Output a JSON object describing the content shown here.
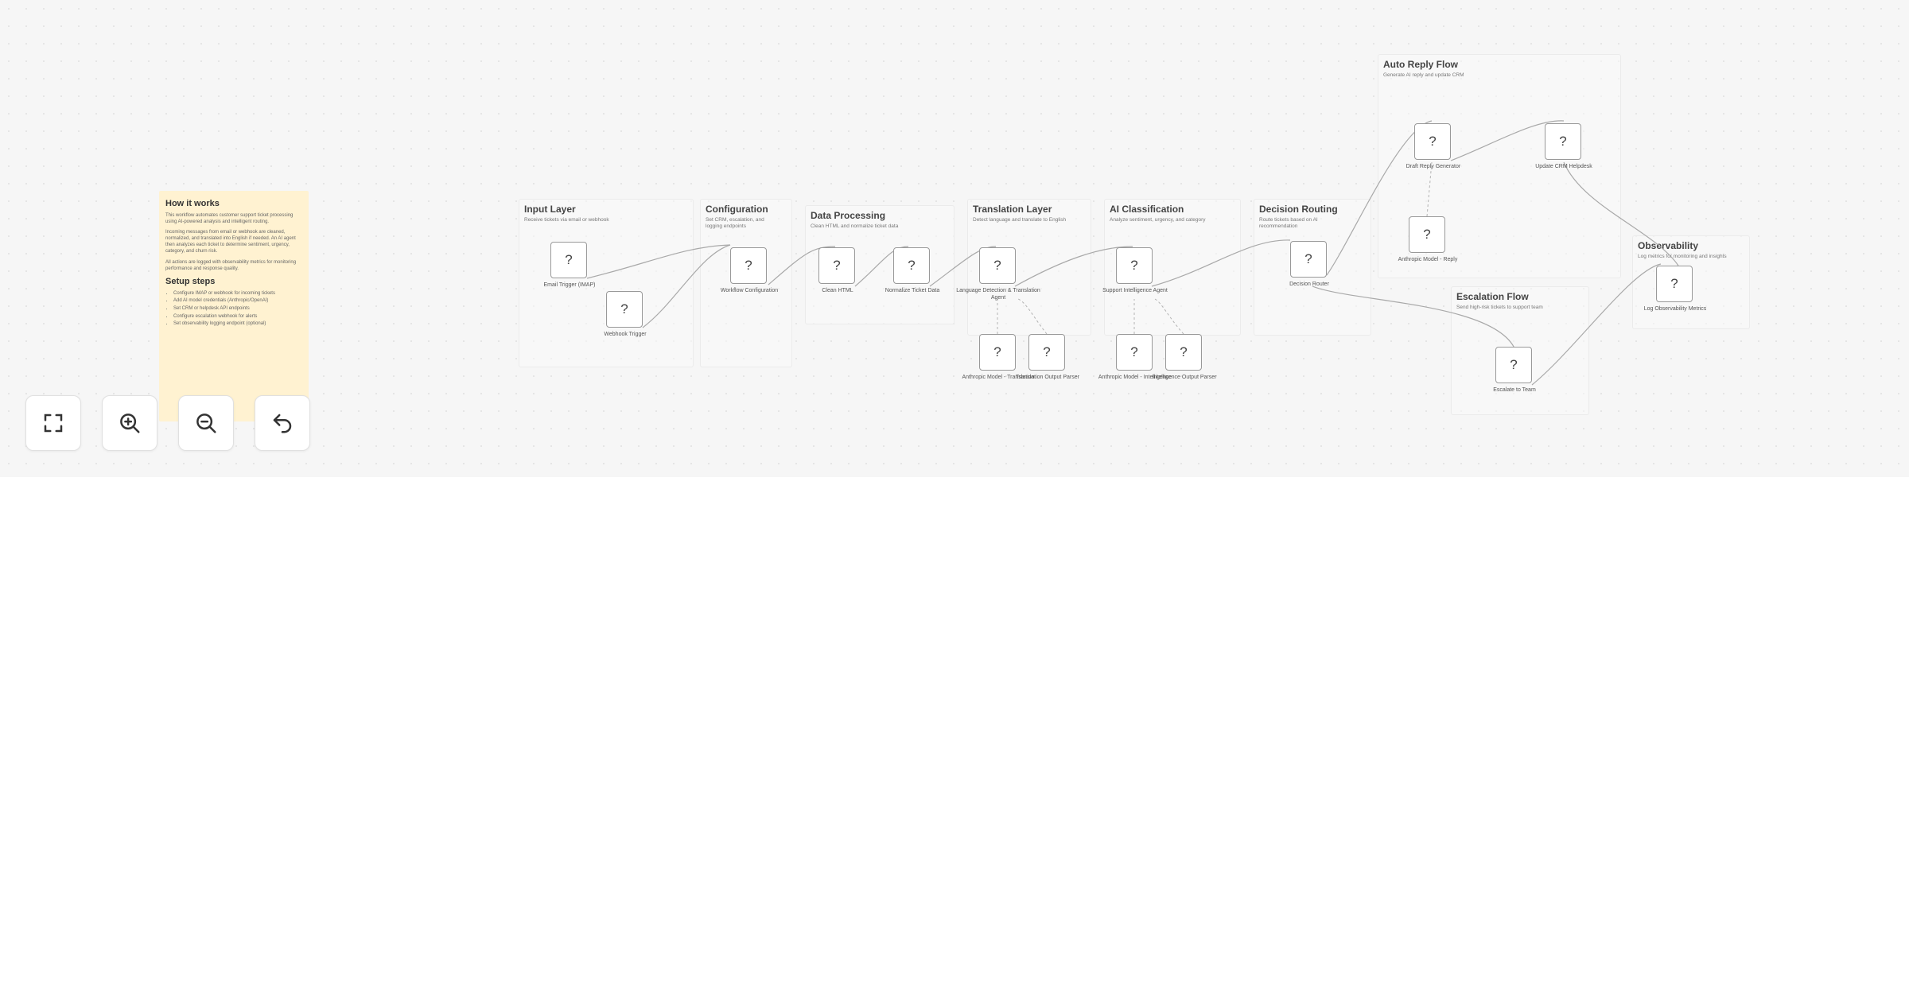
{
  "sticky": {
    "title": "How it works",
    "paragraphs": [
      "This workflow automates customer support ticket processing using AI-powered analysis and intelligent routing.",
      "Incoming messages from email or webhook are cleaned, normalized, and translated into English if needed. An AI agent then analyzes each ticket to determine sentiment, urgency, category, and churn risk.",
      "All actions are logged with observability metrics for monitoring performance and response quality."
    ],
    "setup_title": "Setup steps",
    "steps": [
      "Configure IMAP or webhook for incoming tickets",
      "Add AI model credentials (Anthropic/OpenAI)",
      "Set CRM or helpdesk API endpoints",
      "Configure escalation webhook for alerts",
      "Set observability logging endpoint (optional)"
    ]
  },
  "groups": [
    {
      "title": "Input Layer",
      "desc": "Receive tickets via email or webhook"
    },
    {
      "title": "Configuration",
      "desc": "Set CRM, escalation, and logging endpoints"
    },
    {
      "title": "Data Processing",
      "desc": "Clean HTML and normalize ticket data"
    },
    {
      "title": "Translation Layer",
      "desc": "Detect language and translate to English"
    },
    {
      "title": "AI Classification",
      "desc": "Analyze sentiment, urgency, and category"
    },
    {
      "title": "Decision Routing",
      "desc": "Route tickets based on AI recommendation"
    },
    {
      "title": "Auto Reply Flow",
      "desc": "Generate AI reply and update CRM"
    },
    {
      "title": "Escalation Flow",
      "desc": "Send high-risk tickets to support team"
    },
    {
      "title": "Observability",
      "desc": "Log metrics for monitoring and insights"
    }
  ],
  "nodes": [
    {
      "icon": "?",
      "label": "Email Trigger (IMAP)"
    },
    {
      "icon": "?",
      "label": "Webhook Trigger"
    },
    {
      "icon": "?",
      "label": "Workflow Configuration"
    },
    {
      "icon": "?",
      "label": "Clean HTML"
    },
    {
      "icon": "?",
      "label": "Normalize Ticket Data"
    },
    {
      "icon": "?",
      "label": "Language Detection & Translation Agent"
    },
    {
      "icon": "?",
      "label": "Anthropic Model - Translation"
    },
    {
      "icon": "?",
      "label": "Translation Output Parser"
    },
    {
      "icon": "?",
      "label": "Support Intelligence Agent"
    },
    {
      "icon": "?",
      "label": "Anthropic Model - Intelligence"
    },
    {
      "icon": "?",
      "label": "Intelligence Output Parser"
    },
    {
      "icon": "?",
      "label": "Decision Router"
    },
    {
      "icon": "?",
      "label": "Draft Reply Generator"
    },
    {
      "icon": "?",
      "label": "Anthropic Model - Reply"
    },
    {
      "icon": "?",
      "label": "Update CRM Helpdesk"
    },
    {
      "icon": "?",
      "label": "Escalate to Team"
    },
    {
      "icon": "?",
      "label": "Log Observability Metrics"
    }
  ],
  "controls": [
    {
      "name": "fit-view-button",
      "icon": "fullscreen-icon"
    },
    {
      "name": "zoom-in-button",
      "icon": "zoom-in-icon"
    },
    {
      "name": "zoom-out-button",
      "icon": "zoom-out-icon"
    },
    {
      "name": "reset-zoom-button",
      "icon": "undo-icon"
    }
  ]
}
